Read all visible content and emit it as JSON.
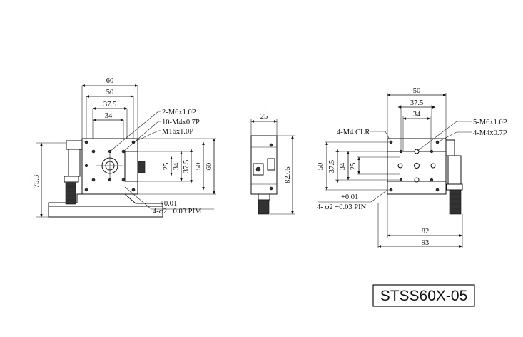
{
  "model": "STSS60X-05",
  "front_view": {
    "dims_top": [
      "60",
      "50",
      "37.5",
      "34"
    ],
    "dims_right": [
      "25",
      "34",
      "37.5",
      "50",
      "60"
    ],
    "dim_left": "75.3",
    "callouts": [
      "2-M6x1.0P",
      "10-M4x0.7P",
      "M16x1.0P"
    ],
    "pin_tol_upper": "+0.01",
    "pin_label": "4-φ2 +0.03 PIM"
  },
  "side_view": {
    "dim_top": "25",
    "dim_right": "82.05"
  },
  "right_view": {
    "dims_top": [
      "50",
      "37.5",
      "34"
    ],
    "dims_left": [
      "50",
      "37.5",
      "34",
      "25"
    ],
    "dims_bottom": [
      "82",
      "93"
    ],
    "callouts_left": [
      "4-M4 CLR"
    ],
    "callouts_right": [
      "5-M6x1.0P",
      "4-M4x0.7P"
    ],
    "pin_tol_upper": "+0.01",
    "pin_label": "4- φ2 +0.03 PIN"
  }
}
